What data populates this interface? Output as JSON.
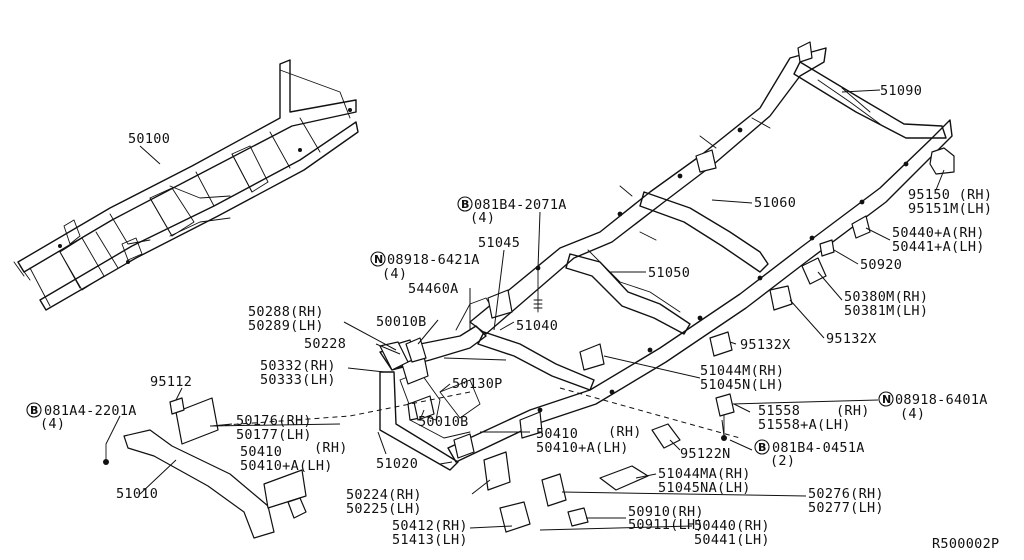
{
  "diagram_id": "R500002P",
  "callouts": {
    "c50100": "50100",
    "c51090": "51090",
    "c51060": "51060",
    "c51050": "51050",
    "c51045": "51045",
    "c51040": "51040",
    "c51020": "51020",
    "c51010": "51010",
    "c50920": "50920",
    "c95132x_a": "95132X",
    "c95132x_b": "95132X",
    "c95112": "95112",
    "c95122n": "95122N",
    "c50228": "50228",
    "c54460a": "54460A",
    "c50010b_a": "50010B",
    "c50010b_b": "50010B",
    "c50130p": "50130P",
    "c50410": "50410",
    "c50410lh": "50410+A(LH)",
    "c50410_rh_tag": "(RH)",
    "c50410_b": "50410",
    "c50410_b_lh": "50410+A(LH)",
    "c50410_b_rh_tag": "(RH)",
    "c95150": "95150 (RH)",
    "c95151": "95151M(LH)",
    "c50440a_rh": "50440+A(RH)",
    "c50441a_lh": "50441+A(LH)",
    "c50380m": "50380M(RH)",
    "c50381m": "50381M(LH)",
    "c51044m": "51044M(RH)",
    "c51045n": "51045N(LH)",
    "c51558": "51558",
    "c51558_rh": "(RH)",
    "c51558a": "51558+A(LH)",
    "c51044ma": "51044MA(RH)",
    "c51045na": "51045NA(LH)",
    "c50276": "50276(RH)",
    "c50277": "50277(LH)",
    "c50910": "50910(RH)",
    "c50911": "50911(LH)",
    "c50440": "50440(RH)",
    "c50441": "50441(LH)",
    "c50412": "50412(RH)",
    "c51413": "51413(LH)",
    "c50224": "50224(RH)",
    "c50225": "50225(LH)",
    "c50176": "50176(RH)",
    "c50177": "50177(LH)",
    "c50288": "50288(RH)",
    "c50289": "50289(LH)",
    "c50332": "50332(RH)",
    "c50333": "50333(LH)",
    "b_081b4_2071a": "081B4-2071A",
    "b_081b4_2071a_qty": "(4)",
    "n_08918_6421a": "08918-6421A",
    "n_08918_6421a_qty": "(4)",
    "n_08918_6401a": "08918-6401A",
    "n_08918_6401a_qty": "(4)",
    "b_081b4_0451a": "081B4-0451A",
    "b_081b4_0451a_qty": "(2)",
    "b_081a4_2201a": "081A4-2201A",
    "b_081a4_2201a_qty": "(4)",
    "mark_b": "B",
    "mark_n": "N"
  }
}
